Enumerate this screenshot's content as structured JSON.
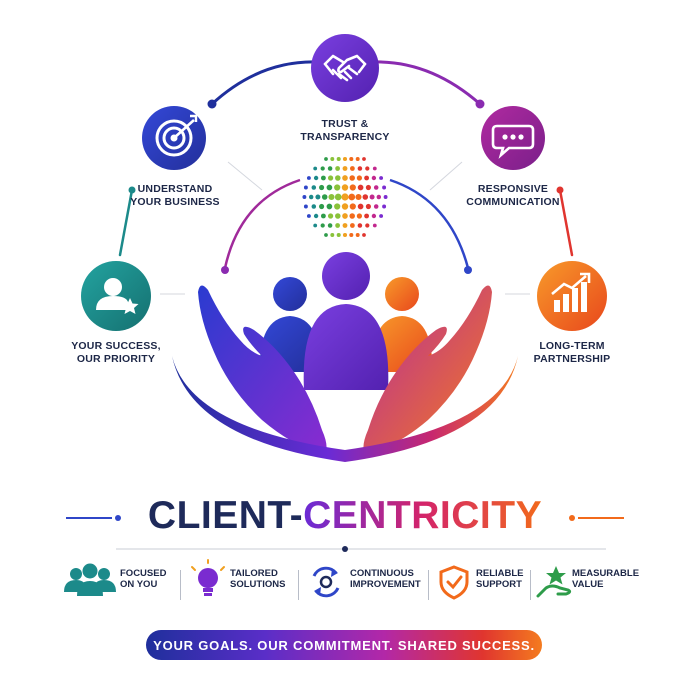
{
  "title": {
    "part1": "CLIENT-",
    "part2": "CENTRICITY"
  },
  "nodes": [
    {
      "icon": "handshake-icon",
      "lines": [
        "TRUST &",
        "TRANSPARENCY"
      ]
    },
    {
      "icon": "target-icon",
      "lines": [
        "UNDERSTAND",
        "YOUR BUSINESS"
      ]
    },
    {
      "icon": "speech-bubble-icon",
      "lines": [
        "RESPONSIVE",
        "COMMUNICATION"
      ]
    },
    {
      "icon": "user-star-icon",
      "lines": [
        "YOUR SUCCESS,",
        "OUR PRIORITY"
      ]
    },
    {
      "icon": "growth-chart-icon",
      "lines": [
        "LONG-TERM",
        "PARTNERSHIP"
      ]
    }
  ],
  "features": [
    {
      "icon": "team-icon",
      "lines": [
        "FOCUSED",
        "ON YOU"
      ]
    },
    {
      "icon": "lightbulb-icon",
      "lines": [
        "TAILORED",
        "SOLUTIONS"
      ]
    },
    {
      "icon": "cycle-gear-icon",
      "lines": [
        "CONTINUOUS",
        "IMPROVEMENT"
      ]
    },
    {
      "icon": "shield-check-icon",
      "lines": [
        "RELIABLE",
        "SUPPORT"
      ]
    },
    {
      "icon": "hand-star-icon",
      "lines": [
        "MEASURABLE",
        "VALUE"
      ]
    }
  ],
  "tagline": "YOUR GOALS. OUR COMMITMENT. SHARED SUCCESS.",
  "colors": {
    "navy": "#1e2a5a",
    "blue": "#2f46c8",
    "purple": "#7a2bd0",
    "magenta": "#c2288e",
    "orange": "#f26a1b",
    "teal": "#1c8a8a",
    "green": "#2e9c4a"
  }
}
